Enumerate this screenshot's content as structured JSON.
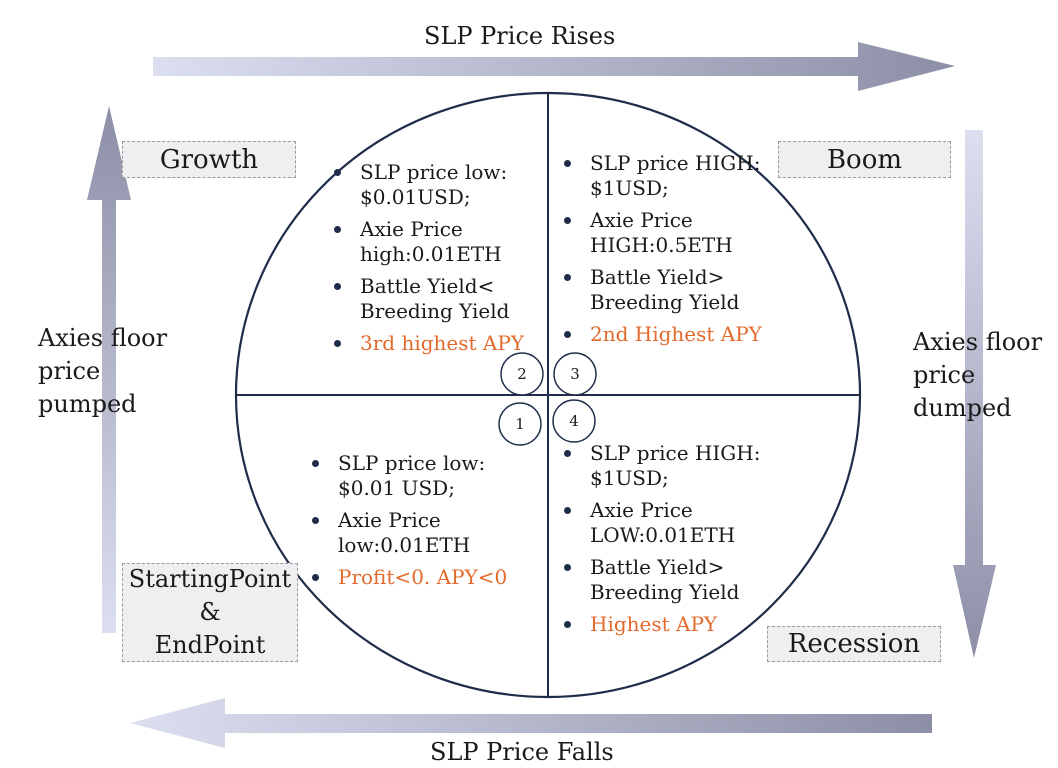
{
  "top_arrow_label": "SLP Price Rises",
  "bottom_arrow_label": "SLP Price Falls",
  "left_arrow_label": [
    "Axies floor",
    "price",
    "pumped"
  ],
  "right_arrow_label": [
    "Axies floor",
    "price",
    "dumped"
  ],
  "phases": {
    "growth": "Growth",
    "boom": "Boom",
    "recession": "Recession",
    "start": [
      "StartingPoint",
      "&",
      "EndPoint"
    ]
  },
  "quadrants": {
    "q2": [
      "SLP price low:\n$0.01USD;",
      "Axie Price\nhigh:0.01ETH",
      "Battle Yield<\nBreeding Yield",
      "3rd highest APY"
    ],
    "q3": [
      "SLP price HIGH:\n$1USD;",
      "Axie Price\nHIGH:0.5ETH",
      "Battle Yield>\nBreeding Yield",
      "2nd Highest APY"
    ],
    "q1": [
      "SLP price low:\n$0.01 USD;",
      "Axie Price\nlow:0.01ETH",
      "Profit<0. APY<0"
    ],
    "q4": [
      "SLP price HIGH:\n$1USD;",
      "Axie Price\nLOW:0.01ETH",
      "Battle Yield>\nBreeding Yield",
      "Highest APY"
    ]
  },
  "quadrant_numbers": [
    "1",
    "2",
    "3",
    "4"
  ],
  "colors": {
    "highlight": "#e26a2c",
    "circle": "#1f2d4a",
    "arrow_dark": "#8e91a8",
    "arrow_light": "#dcdff0"
  }
}
